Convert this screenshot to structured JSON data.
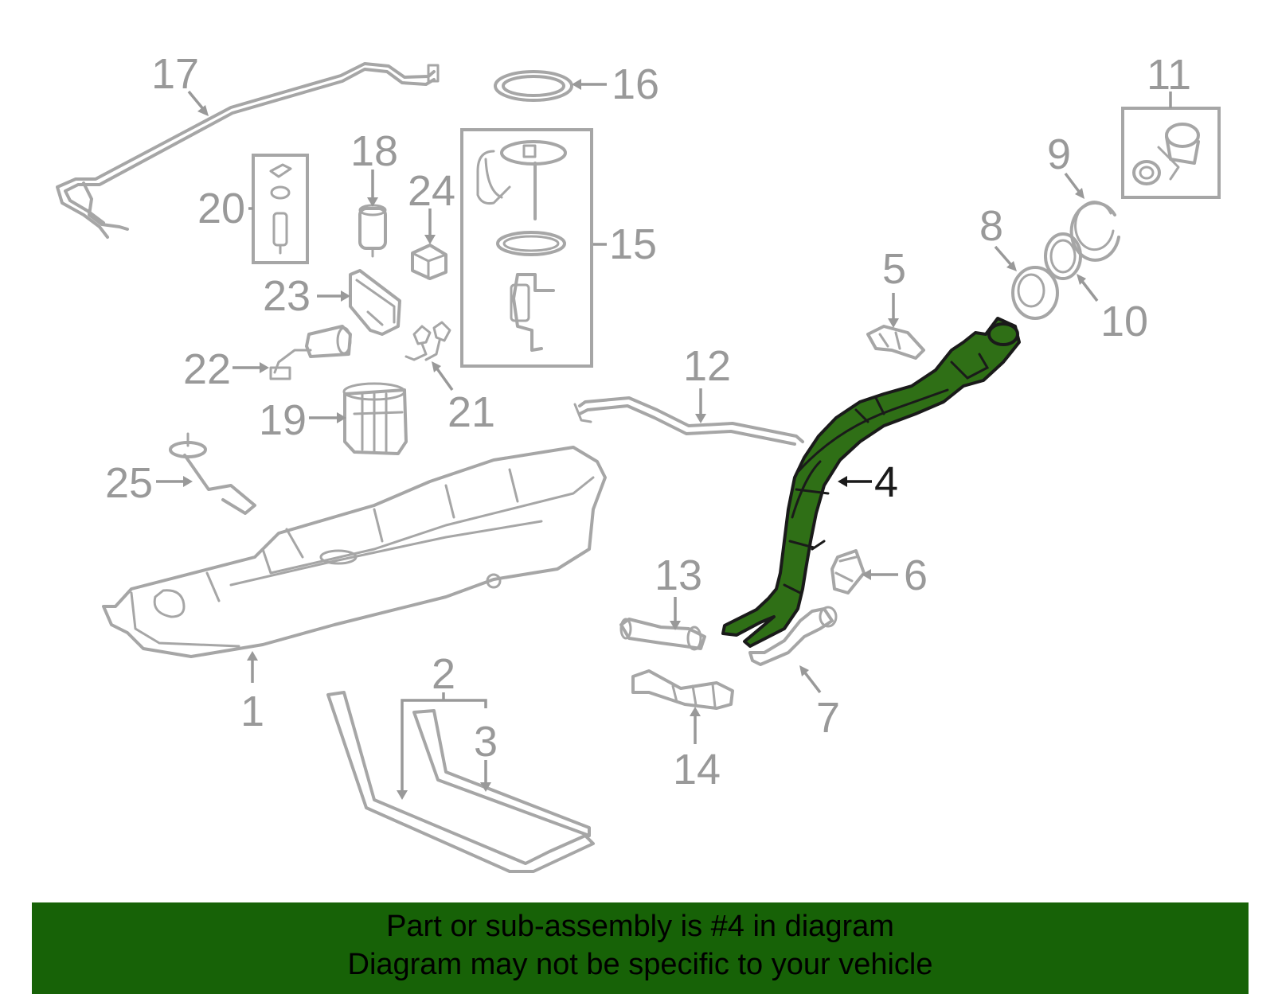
{
  "callouts": {
    "c1": "1",
    "c2": "2",
    "c3": "3",
    "c4": "4",
    "c5": "5",
    "c6": "6",
    "c7": "7",
    "c8": "8",
    "c9": "9",
    "c10": "10",
    "c11": "11",
    "c12": "12",
    "c13": "13",
    "c14": "14",
    "c15": "15",
    "c16": "16",
    "c17": "17",
    "c18": "18",
    "c19": "19",
    "c20": "20",
    "c21": "21",
    "c22": "22",
    "c23": "23",
    "c24": "24",
    "c25": "25"
  },
  "highlighted_part": "4",
  "colors": {
    "highlight": "#2f6f16",
    "parts": "#a6a6a6",
    "labels": "#999999",
    "footer_bg": "#176207"
  },
  "footer": {
    "line1": "Part or sub-assembly is #4 in diagram",
    "line2": "Diagram may not be specific to your vehicle"
  }
}
